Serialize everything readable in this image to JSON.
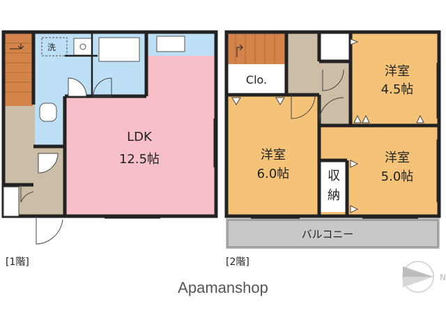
{
  "floor1": {
    "caption": "[1階]",
    "rooms": {
      "ldk_name": "LDK",
      "ldk_size": "12.5帖",
      "washroom": "洗"
    }
  },
  "floor2": {
    "caption": "[2階]",
    "rooms": {
      "closet": "Clo.",
      "room_a_name": "洋室",
      "room_a_size": "4.5帖",
      "room_b_name": "洋室",
      "room_b_size": "6.0帖",
      "room_c_name": "洋室",
      "room_c_size": "5.0帖",
      "storage_line1": "収",
      "storage_line2": "納",
      "balcony": "バルコニー"
    }
  },
  "compass": {
    "letter": "N"
  },
  "watermark": "Apamanshop",
  "colors": {
    "ldk": "#f7c0c8",
    "western_room": "#f5c378",
    "wet_area": "#bde0f7",
    "hallway": "#cbbda6",
    "stairs": "#d4844b",
    "balcony": "#c9c9c9",
    "wall": "#222222"
  }
}
